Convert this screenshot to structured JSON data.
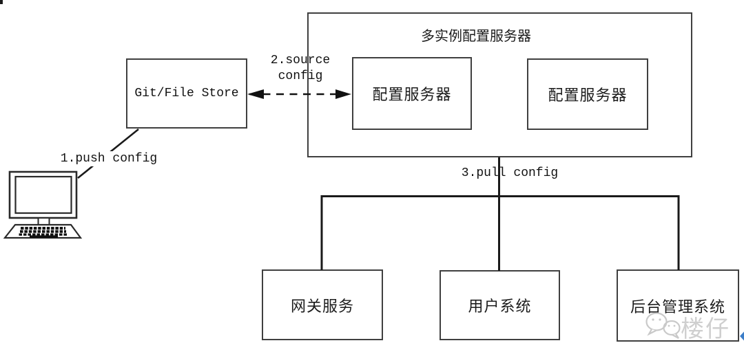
{
  "diagram": {
    "multi_instance_box": {
      "title": "多实例配置服务器",
      "servers": [
        "配置服务器",
        "配置服务器"
      ]
    },
    "git_store_label": "Git/File Store",
    "steps": {
      "push": "1.push config",
      "source_line1": "2.source",
      "source_line2": "config",
      "pull": "3.pull config"
    },
    "clients": [
      "网关服务",
      "用户系统",
      "后台管理系统"
    ],
    "watermark": "楼仔",
    "icons": [
      "computer-icon",
      "wechat-icon",
      "blue-arrow-marker"
    ],
    "colors": {
      "line": "#1a1a1a",
      "box_border": "#3f3f3f",
      "watermark_gray": "#c9c9c9",
      "blue_marker": "#3b7dc8"
    }
  }
}
